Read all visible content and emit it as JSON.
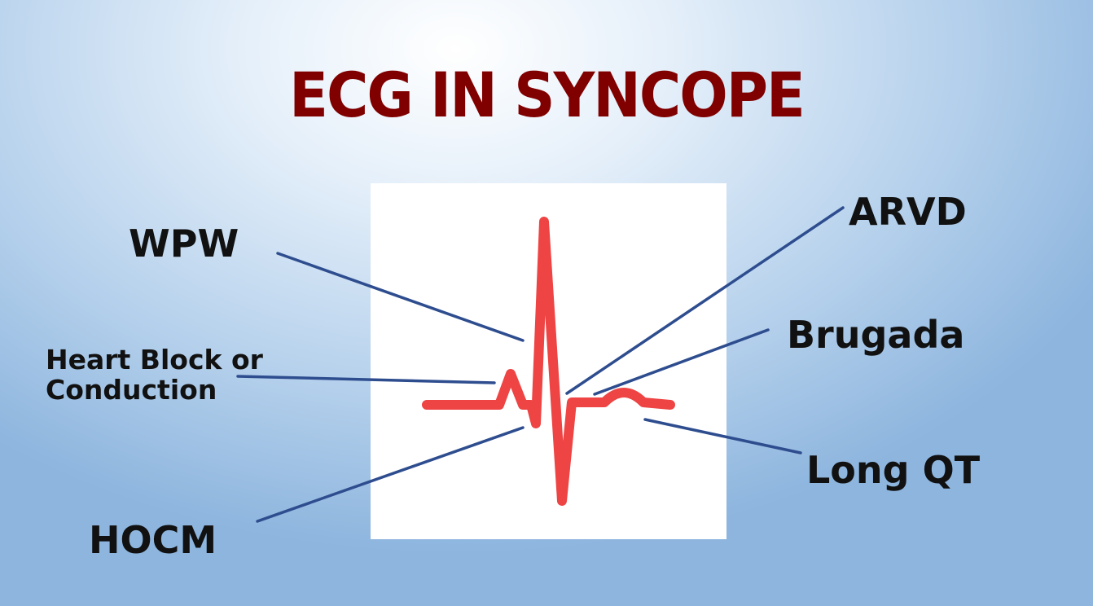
{
  "slide": {
    "title": "ECG IN SYNCOPE",
    "labels": {
      "wpw": "WPW",
      "heart_block_line1": "Heart Block or",
      "heart_block_line2": "Conduction",
      "hocm": "HOCM",
      "arvd": "ARVD",
      "brugada": "Brugada",
      "long_qt": "Long QT"
    }
  },
  "colors": {
    "title": "#800000",
    "ecg_trace": "#ee4444",
    "pointer_lines": "#2e4d8f",
    "panel": "#ffffff"
  },
  "icons": {
    "ecg": "ecg-waveform-icon"
  }
}
